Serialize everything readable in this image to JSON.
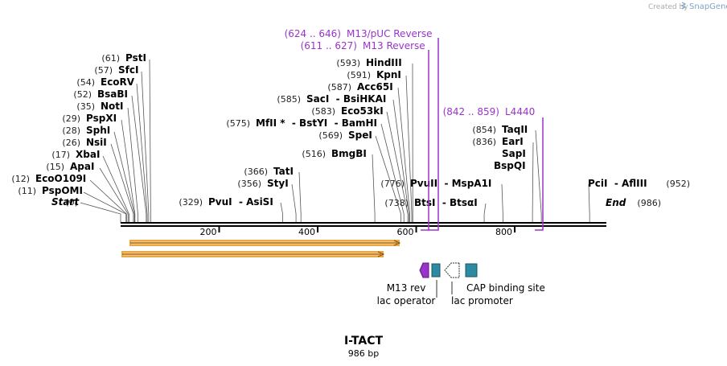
{
  "branding": {
    "created_by": "Created by",
    "app": "SnapGene"
  },
  "plasmid": {
    "name": "I-TACT",
    "length_label": "986 bp",
    "length": 986
  },
  "ruler": {
    "ticks": [
      {
        "label": "200",
        "pos": 200
      },
      {
        "label": "400",
        "pos": 400
      },
      {
        "label": "600",
        "pos": 600
      },
      {
        "label": "800",
        "pos": 800
      }
    ]
  },
  "sites": [
    {
      "num": "(0)",
      "name": "Start",
      "pos": 0,
      "italic": true
    },
    {
      "num": "(11)",
      "name": "PspOMI",
      "pos": 11
    },
    {
      "num": "(12)",
      "name": "EcoO109I",
      "pos": 12
    },
    {
      "num": "(15)",
      "name": "ApaI",
      "pos": 15
    },
    {
      "num": "(17)",
      "name": "XbaI",
      "pos": 17
    },
    {
      "num": "(26)",
      "name": "NsiI",
      "pos": 26
    },
    {
      "num": "(28)",
      "name": "SphI",
      "pos": 28
    },
    {
      "num": "(29)",
      "name": "PspXI",
      "pos": 29
    },
    {
      "num": "(35)",
      "name": "NotI",
      "pos": 35
    },
    {
      "num": "(52)",
      "name": "BsaBI",
      "pos": 52
    },
    {
      "num": "(54)",
      "name": "EcoRV",
      "pos": 54
    },
    {
      "num": "(57)",
      "name": "SfcI",
      "pos": 57
    },
    {
      "num": "(61)",
      "name": "PstI",
      "pos": 61
    },
    {
      "num": "(329)",
      "name": "PvuI  - AsiSI",
      "pos": 329
    },
    {
      "num": "(356)",
      "name": "StyI",
      "pos": 356
    },
    {
      "num": "(366)",
      "name": "TatI",
      "pos": 366
    },
    {
      "num": "(516)",
      "name": "BmgBI",
      "pos": 516
    },
    {
      "num": "(569)",
      "name": "SpeI",
      "pos": 569
    },
    {
      "num": "(575)",
      "name": "MfII *  - BstYI  - BamHI",
      "pos": 575
    },
    {
      "num": "(583)",
      "name": "Eco53kI",
      "pos": 583
    },
    {
      "num": "(585)",
      "name": "SacI  - BsiHKAI",
      "pos": 585
    },
    {
      "num": "(587)",
      "name": "Acc65I",
      "pos": 587
    },
    {
      "num": "(591)",
      "name": "KpnI",
      "pos": 591
    },
    {
      "num": "(593)",
      "name": "HindIII",
      "pos": 593
    },
    {
      "num": "(738)",
      "name": "BtsI  - BtsαI",
      "pos": 738
    },
    {
      "num": "(776)",
      "name": "PvuII  - MspA1I",
      "pos": 776
    },
    {
      "num": "(836)",
      "name": "EarI",
      "pos": 836
    },
    {
      "num": "(854)",
      "name": "TaqII",
      "pos": 854
    },
    {
      "num": "",
      "name": "SapI",
      "pos": 836
    },
    {
      "num": "",
      "name": "BspQI",
      "pos": 836
    },
    {
      "num": "(952)",
      "name": "PciI  - AflIII",
      "pos": 952
    },
    {
      "num": "(986)",
      "name": "End",
      "pos": 986,
      "italic": true
    }
  ],
  "primers": [
    {
      "range": "(624 .. 646)",
      "name": "M13/pUC Reverse",
      "start": 624,
      "end": 646
    },
    {
      "range": "(611 .. 627)",
      "name": "M13 Reverse",
      "start": 611,
      "end": 627
    },
    {
      "range": "(842 .. 859)",
      "name": "L4440",
      "start": 842,
      "end": 859
    }
  ],
  "features": [
    {
      "name": "M13 rev",
      "color": "#9933cc"
    },
    {
      "name": "lac operator",
      "color": "#2e8aa0"
    },
    {
      "name": "lac promoter",
      "color": "#ffffff"
    },
    {
      "name": "CAP binding site",
      "color": "#2e8aa0"
    }
  ],
  "colors": {
    "primer": "#9933cc",
    "orf": "#f5c87a",
    "orf_stroke": "#c8821a",
    "backbone": "#000000"
  }
}
